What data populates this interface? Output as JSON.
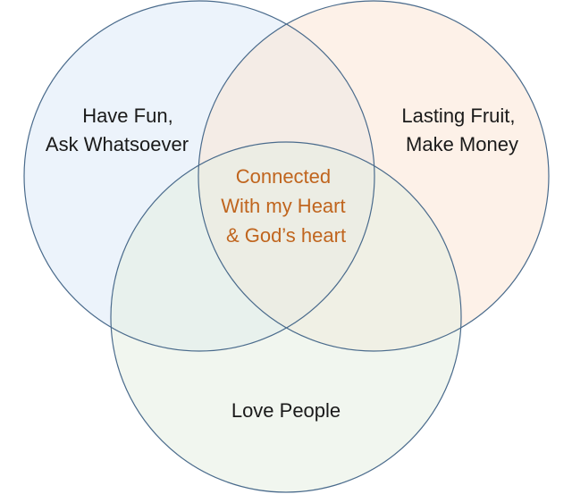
{
  "diagram": {
    "type": "venn",
    "sets": [
      {
        "id": "top-left",
        "lines": [
          "Have Fun,",
          "Ask Whatsoever"
        ],
        "fill": "#dce9f7"
      },
      {
        "id": "top-right",
        "lines": [
          "Lasting Fruit,",
          "Make Money"
        ],
        "fill": "#fbe6d6"
      },
      {
        "id": "bottom",
        "lines": [
          "Love People"
        ],
        "fill": "#e5efe1"
      }
    ],
    "center": {
      "lines": [
        "Connected",
        "With my Heart",
        "& God’s heart"
      ]
    },
    "colors": {
      "outline": "#4a6b8c",
      "label": "#1a1a1a",
      "center_label": "#c0651e"
    }
  }
}
